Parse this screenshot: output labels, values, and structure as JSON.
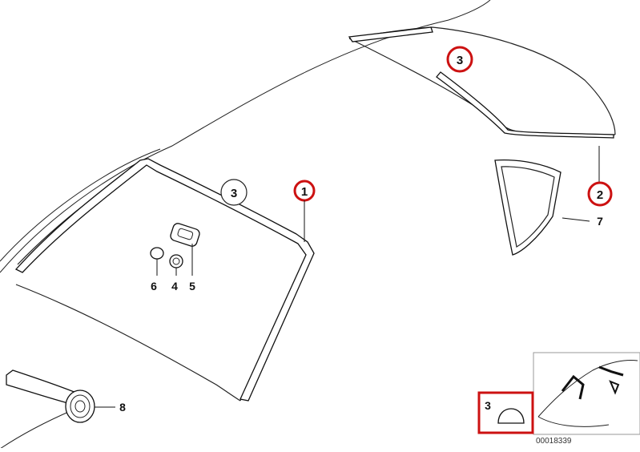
{
  "diagram": {
    "parts": [
      {
        "number": "1",
        "highlighted": true
      },
      {
        "number": "2",
        "highlighted": true
      },
      {
        "number": "3",
        "highlighted": true
      },
      {
        "number": "3",
        "highlighted": false
      },
      {
        "number": "4",
        "highlighted": false
      },
      {
        "number": "5",
        "highlighted": false
      },
      {
        "number": "6",
        "highlighted": false
      },
      {
        "number": "7",
        "highlighted": false
      },
      {
        "number": "8",
        "highlighted": false
      }
    ],
    "inset_part_number": "3",
    "reference_number": "00018339"
  },
  "colors": {
    "highlight": "#cc1111",
    "line": "#222222",
    "inset_border": "#999999"
  }
}
